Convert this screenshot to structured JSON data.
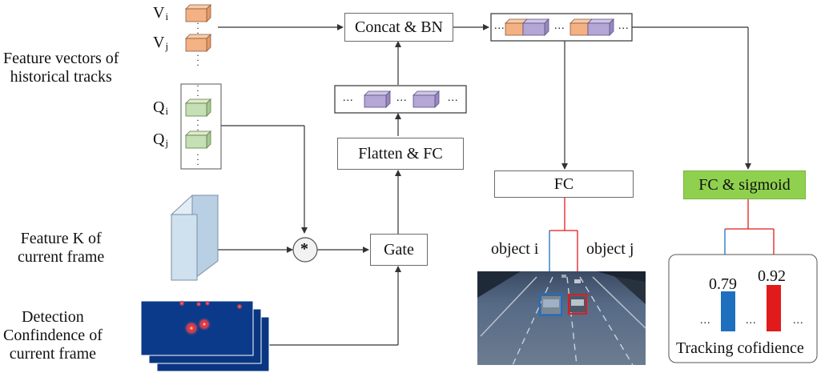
{
  "labels": {
    "feature_vectors_line1": "Feature vectors of",
    "feature_vectors_line2": "historical tracks",
    "feature_k_line1": "Feature K of",
    "feature_k_line2": "current frame",
    "detection_line1": "Detection",
    "detection_line2": "Confindence of",
    "detection_line3": "current frame",
    "v_i": "V",
    "v_i_sub": "i",
    "v_j": "V",
    "v_j_sub": "j",
    "q_i": "Q",
    "q_i_sub": "i",
    "q_j": "Q",
    "q_j_sub": "j",
    "multiply_symbol": "*",
    "ellipsis": "...",
    "object_i": "object i",
    "object_j": "object j"
  },
  "blocks": {
    "concat_bn": "Concat & BN",
    "flatten_fc": "Flatten & FC",
    "gate": "Gate",
    "fc": "FC",
    "fc_sigmoid": "FC & sigmoid"
  },
  "confidence": {
    "value_i": "0.79",
    "value_j": "0.92",
    "caption": "Tracking cofidience",
    "bars": [
      0.79,
      0.92
    ]
  },
  "colors": {
    "v_cube": "#f4b183",
    "q_cube": "#c5e0b4",
    "feature_cube": "#cfe0ef",
    "flat_cube": "#b4a7d6",
    "green_box": "#8fd14f",
    "blue": "#1f6fbf",
    "red": "#e11b1b",
    "heatmap_bg": "#0b3a8a"
  }
}
